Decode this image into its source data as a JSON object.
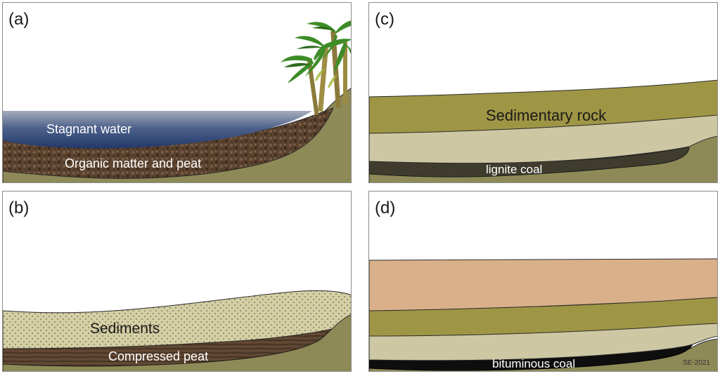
{
  "panels": {
    "a": {
      "label": "(a)",
      "water_label": "Stagnant water",
      "peat_label": "Organic matter and peat"
    },
    "b": {
      "label": "(b)",
      "sediments_label": "Sediments",
      "peat_label": "Compressed peat"
    },
    "c": {
      "label": "(c)",
      "rock_label": "Sedimentary rock",
      "coal_label": "lignite coal"
    },
    "d": {
      "label": "(d)",
      "coal_label": "bituminous coal",
      "stamp": "SE-2021"
    }
  },
  "colors": {
    "ground": "#8e8a57",
    "water_top": "#9aa3b3",
    "water_bottom": "#273f70",
    "peat": "#5b4330",
    "sediment": "#d5cfa5",
    "rock_olive": "#9f9645",
    "light_rock": "#cdc7a3",
    "lignite": "#3f3c2e",
    "pink_rock": "#d9b08a",
    "bituminous": "#0e0e0e",
    "palm_green": "#3d8c27"
  }
}
